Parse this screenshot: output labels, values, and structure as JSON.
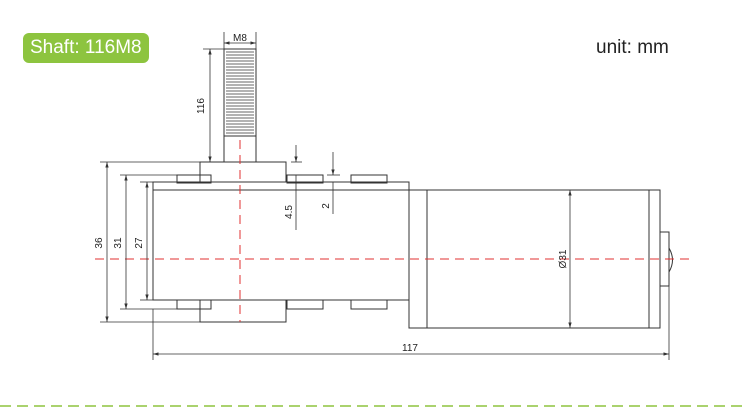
{
  "badge": {
    "label": "Shaft: 116M8",
    "color": "#8dc43f"
  },
  "unit": {
    "label": "unit: mm"
  },
  "dimensions": {
    "thread": "M8",
    "shaft_length": "116",
    "gearbox_height_outer": "36",
    "gearbox_height_mid": "31",
    "gearbox_height_inner": "27",
    "boss_offset": "4.5",
    "step": "2",
    "motor_diameter": "Ø31",
    "total_length": "117"
  },
  "colors": {
    "line": "#333333",
    "centerline": "#e03030",
    "divider": "#8dc43f"
  }
}
